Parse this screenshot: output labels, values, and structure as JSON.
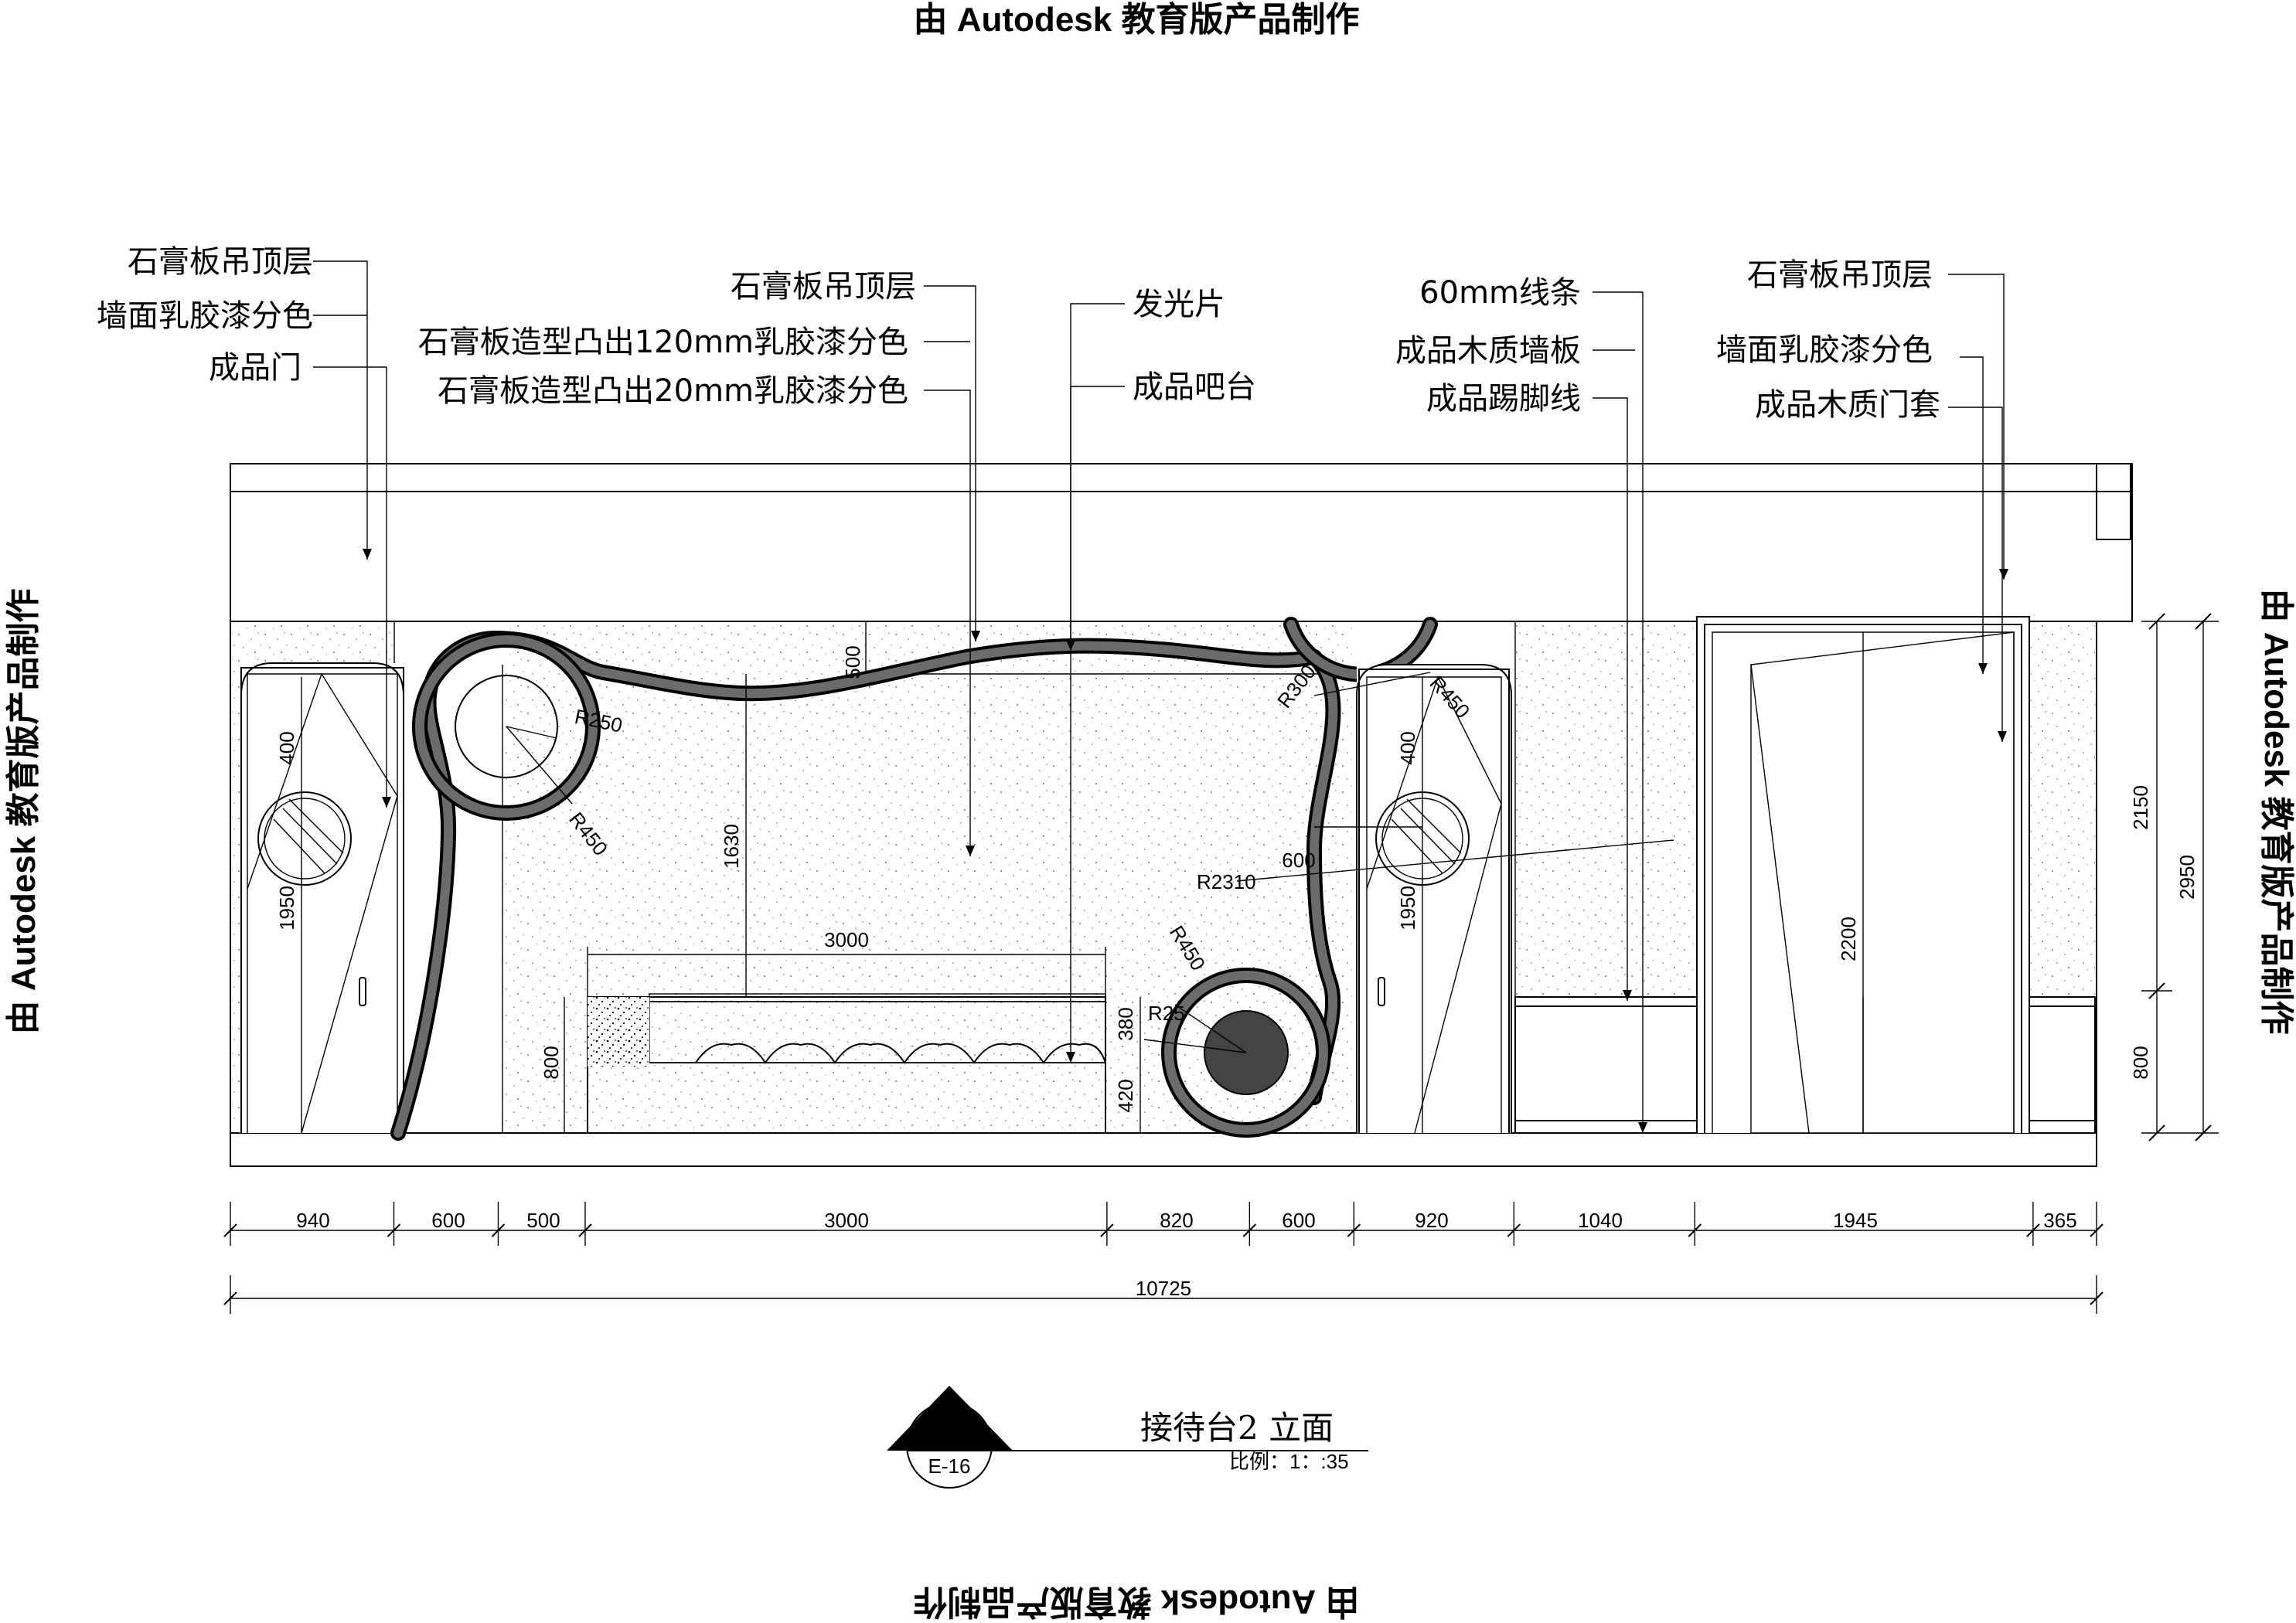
{
  "watermark": {
    "top": "由 Autodesk 教育版产品制作",
    "bottom": "由 Autodesk 教育版产品制作",
    "left": "由 Autodesk 教育版产品制作",
    "right": "由 Autodesk 教育版产品制作"
  },
  "labels": {
    "l1": "石膏板吊顶层",
    "l2": "墙面乳胶漆分色",
    "l3": "成品门",
    "l4": "石膏板吊顶层",
    "l5": "石膏板造型凸出120mm乳胶漆分色",
    "l6": "石膏板造型凸出20mm乳胶漆分色",
    "l7": "发光片",
    "l8": "成品吧台",
    "l9": "60mm线条",
    "l10": "成品木质墙板",
    "l11": "成品踢脚线",
    "l12": "石膏板吊顶层",
    "l13": "墙面乳胶漆分色",
    "l14": "成品木质门套"
  },
  "interior_dims": {
    "d500": "500",
    "d400a": "400",
    "d1950a": "1950",
    "d1630": "1630",
    "d3000": "3000",
    "d800": "800",
    "d380": "380",
    "d420": "420",
    "r250": "R250",
    "r450a": "R450",
    "r300": "R300",
    "r450b": "R450",
    "r2310": "R2310",
    "r450c": "R450",
    "r25": "R25",
    "d600": "600",
    "d400b": "400",
    "d1950b": "1950",
    "d2200": "2200"
  },
  "right_dims": [
    "2150",
    "2950",
    "800"
  ],
  "bottom_dims": [
    "940",
    "600",
    "500",
    "3000",
    "820",
    "600",
    "920",
    "1040",
    "1945",
    "365"
  ],
  "total_dim": "10725",
  "title_block": {
    "number": "2",
    "sheet": "E-16",
    "title": "接待台2 立面",
    "scale": "比例：1：:35"
  }
}
